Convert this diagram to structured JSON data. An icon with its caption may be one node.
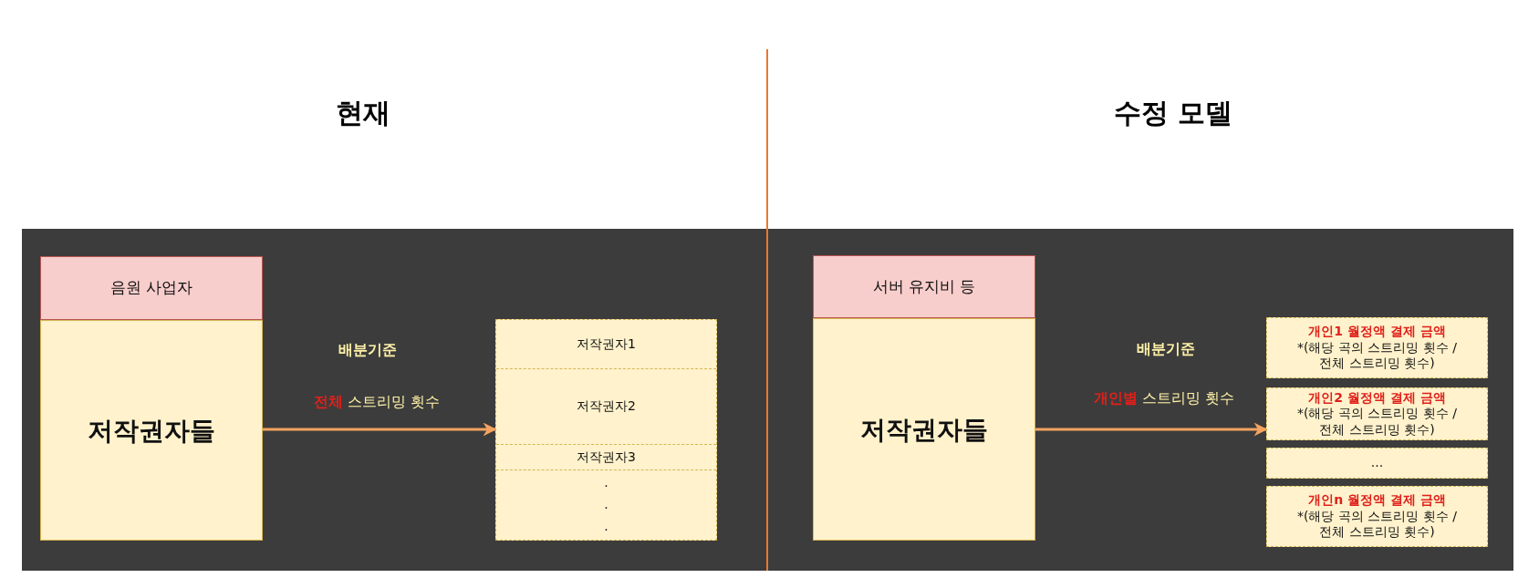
{
  "diagram": {
    "nodes": [
      {
        "text": [
          "음원 사업자"
        ]
      },
      {
        "text": [
          "저작권자들"
        ]
      },
      {
        "text": [],
        "shape": "box"
      },
      {
        "text": [
          "저작권자1"
        ],
        "in": 2
      },
      {
        "text": [
          "저작권자2"
        ],
        "in": 2
      },
      {
        "text": [
          "저작권자3"
        ],
        "in": 2
      },
      {
        "text": [
          ". . ."
        ],
        "in": 2
      },
      {
        "text": [
          "서버 유지비 등"
        ]
      },
      {
        "text": [
          "저작권자들"
        ]
      },
      {
        "text": [
          "개인1 월정액 결제 금액",
          "*(해당 곡의 스트리밍 횟수 /전체 스트리밍 횟수)"
        ]
      },
      {
        "text": [
          "개인2 월정액 결제 금액",
          "*(해당 곡의 스트리밍 횟수 /전체 스트리밍 횟수)"
        ]
      },
      {
        "text": [
          "..."
        ]
      },
      {
        "text": [
          "개인n 월정액 결제 금액",
          "*(해당 곡의 스트리밍 횟수 /전체 스트리밍 횟수)"
        ]
      }
    ],
    "edges": [
      {
        "from": 1,
        "to": 2,
        "arrow": "to"
      },
      {
        "from": 8,
        "to": 10,
        "arrow": "to"
      }
    ],
    "labels": [
      "현재",
      "수정 모델",
      "배분기준",
      "**전체** 스트리밍 횟수",
      "배분기준",
      "**개인별** 스트리밍 횟수"
    ]
  }
}
